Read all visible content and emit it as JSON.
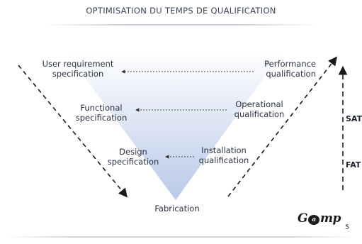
{
  "title": "OPTIMISATION DU TEMPS DE QUALIFICATION",
  "left": {
    "urs": "User requirement\nspecification",
    "fs": "Functional\nspecification",
    "ds": "Design\nspecification"
  },
  "right": {
    "pq": "Performance\nqualification",
    "oq": "Operational\nqualification",
    "iq": "Installation\nqualification"
  },
  "bottom": "Fabrication",
  "markers": {
    "sat": "SAT",
    "fat": "FAT"
  },
  "logo": {
    "pre": "G",
    "circle": "a",
    "post": "mp"
  },
  "page_number": "5",
  "colors": {
    "triangle_top": "#ffffff",
    "triangle_bottom": "#b9c9e8",
    "arrow": "#1a1a1a"
  }
}
